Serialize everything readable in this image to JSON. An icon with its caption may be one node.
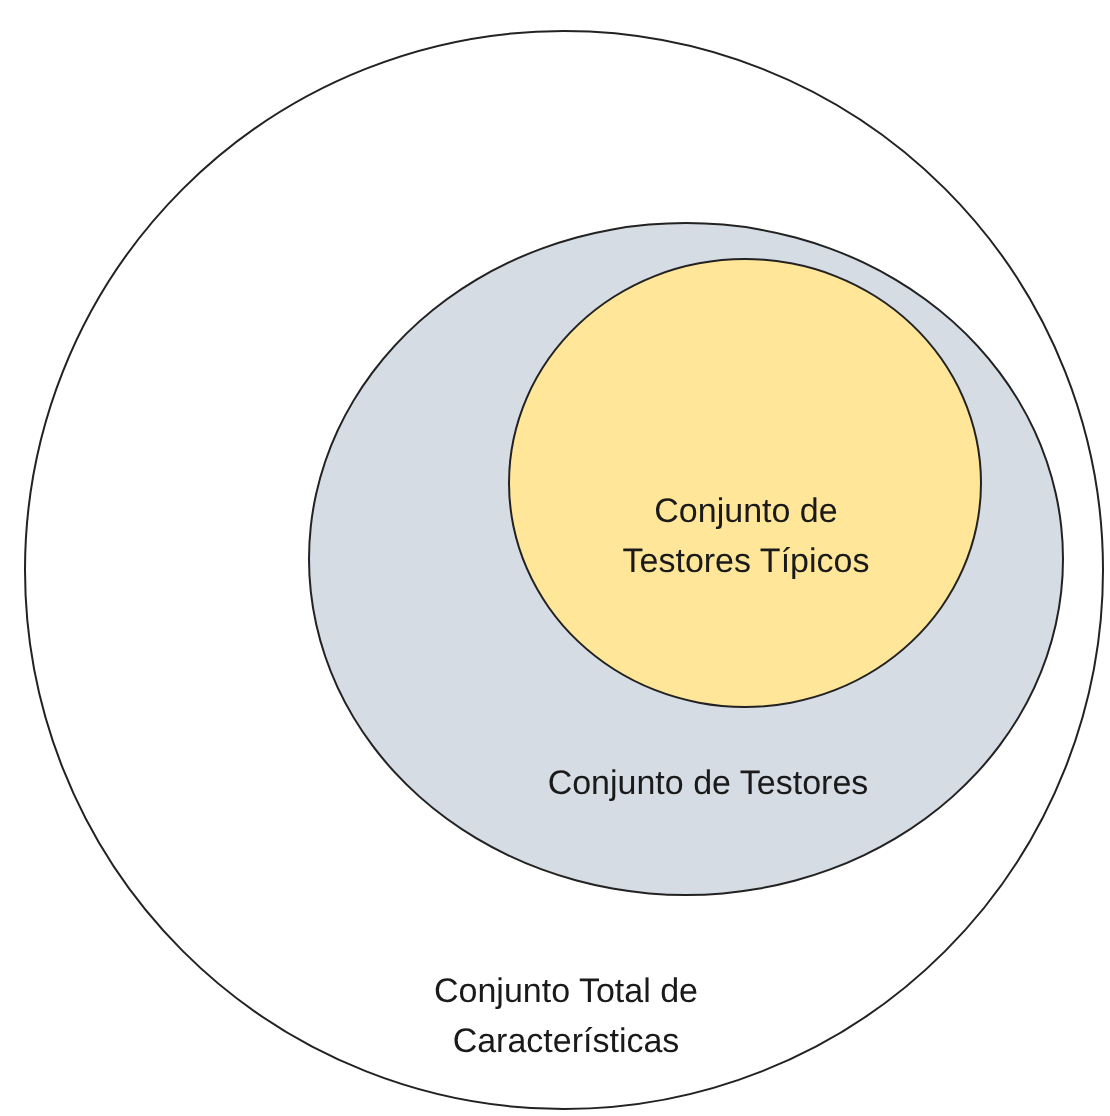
{
  "diagram": {
    "nodes": [
      {
        "text": [
          "Conjunto Total de Características"
        ]
      },
      {
        "text": [
          "Conjunto de Testores"
        ],
        "in": 0
      },
      {
        "text": [
          "Conjunto de Testores Típicos"
        ],
        "in": 1
      }
    ]
  }
}
